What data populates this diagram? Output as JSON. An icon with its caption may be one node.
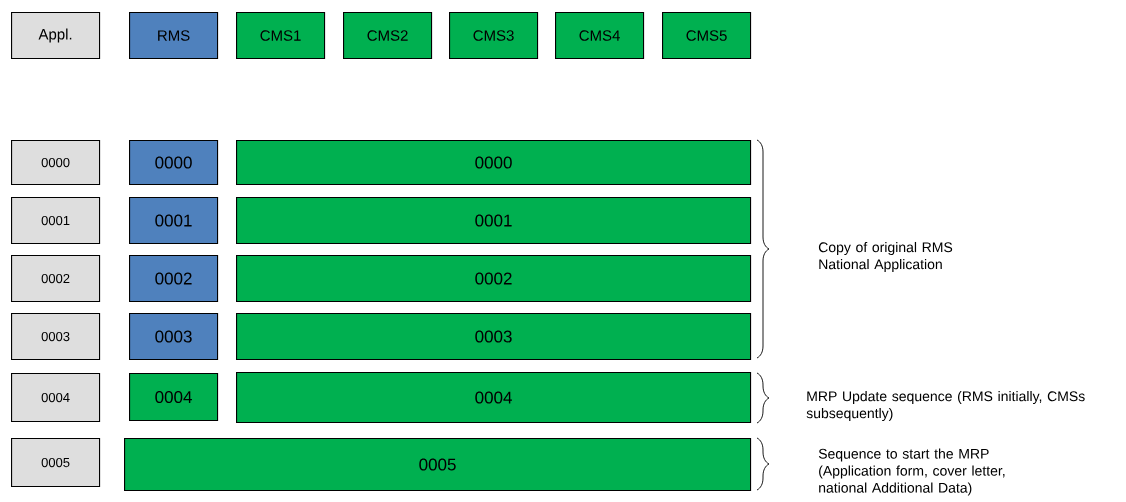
{
  "diagram": {
    "nodes": [
      {
        "text": [
          "Appl."
        ]
      },
      {
        "text": [
          "RMS"
        ]
      },
      {
        "text": [
          "CMS1"
        ]
      },
      {
        "text": [
          "CMS2"
        ]
      },
      {
        "text": [
          "CMS3"
        ]
      },
      {
        "text": [
          "CMS4"
        ]
      },
      {
        "text": [
          "CMS5"
        ]
      },
      {
        "text": [
          "0000"
        ]
      },
      {
        "text": [
          "0000"
        ]
      },
      {
        "text": [
          "0000"
        ]
      },
      {
        "text": [
          "0001"
        ]
      },
      {
        "text": [
          "0001"
        ]
      },
      {
        "text": [
          "0001"
        ]
      },
      {
        "text": [
          "0002"
        ]
      },
      {
        "text": [
          "0002"
        ]
      },
      {
        "text": [
          "0002"
        ]
      },
      {
        "text": [
          "0003"
        ]
      },
      {
        "text": [
          "0003"
        ]
      },
      {
        "text": [
          "0003"
        ]
      },
      {
        "text": [
          "0004"
        ]
      },
      {
        "text": [
          "0004"
        ]
      },
      {
        "text": [
          "0004"
        ]
      },
      {
        "text": [
          "0005"
        ]
      },
      {
        "text": [
          "0005"
        ]
      }
    ],
    "labels": [
      "Copy of original RMS National Application",
      "MRP Update sequence (RMS initially, CMSs subsequently)",
      "Sequence to start the MRP (Application form, cover letter, national Additional Data)"
    ]
  }
}
